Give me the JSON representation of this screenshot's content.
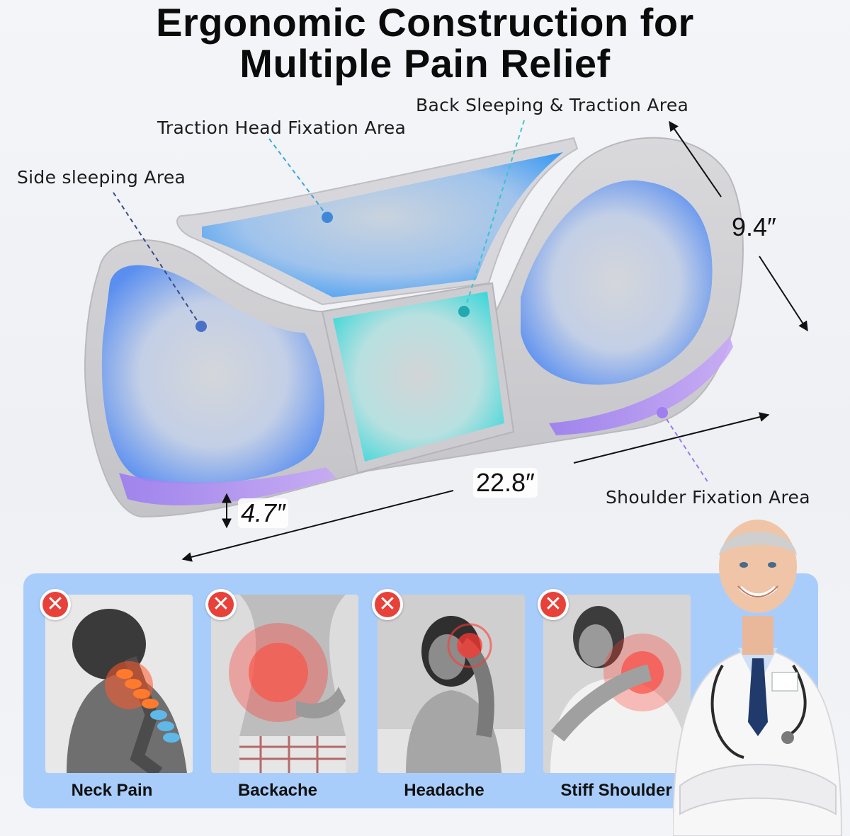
{
  "title": {
    "line1": "Ergonomic Construction for",
    "line2": "Multiple Pain Relief"
  },
  "callouts": {
    "side_sleeping": "Side sleeping Area",
    "traction_head": "Traction Head Fixation Area",
    "back_sleeping": "Back Sleeping & Traction Area",
    "shoulder_fixation": "Shoulder Fixation Area"
  },
  "dimensions": {
    "depth": "9.4″",
    "length": "22.8″",
    "height": "4.7″"
  },
  "pain_points": [
    {
      "label": "Neck Pain",
      "icon": "x-circle-icon"
    },
    {
      "label": "Backache",
      "icon": "x-circle-icon"
    },
    {
      "label": "Headache",
      "icon": "x-circle-icon"
    },
    {
      "label": "Stiff Shoulder",
      "icon": "x-circle-icon"
    }
  ],
  "colors": {
    "zone_blue": "#5aa8f5",
    "zone_cyan": "#3fd8dc",
    "zone_purple": "#b48cf5",
    "panel_bg": "#a9cdfb",
    "x_badge": "#e8413a"
  }
}
